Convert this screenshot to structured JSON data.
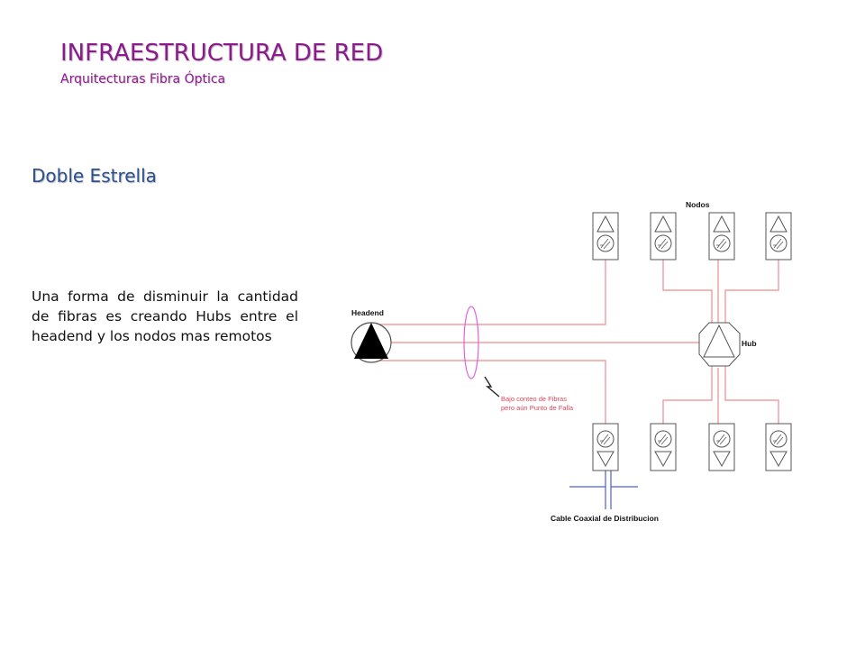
{
  "header": {
    "title": "INFRAESTRUCTURA DE RED",
    "subtitle": "Arquitecturas Fibra Óptica"
  },
  "section_title": "Doble Estrella",
  "body_text": "Una forma de disminuir la cantidad de fibras es creando Hubs entre el headend y los nodos mas remotos",
  "diagram": {
    "nodes_label": "Nodos",
    "headend_label": "Headend",
    "hub_label": "Hub",
    "annotation_line1": "Bajo conteo de Fibras",
    "annotation_line2": "pero aún Punto de Falla",
    "cable_label": "Cable Coaxial de Distribucion",
    "colors": {
      "fiber": "#f08a8a",
      "coax": "#4d5fd0",
      "ellipse": "#e060e0",
      "title": "#8d1a8d",
      "section": "#2d5090"
    }
  }
}
